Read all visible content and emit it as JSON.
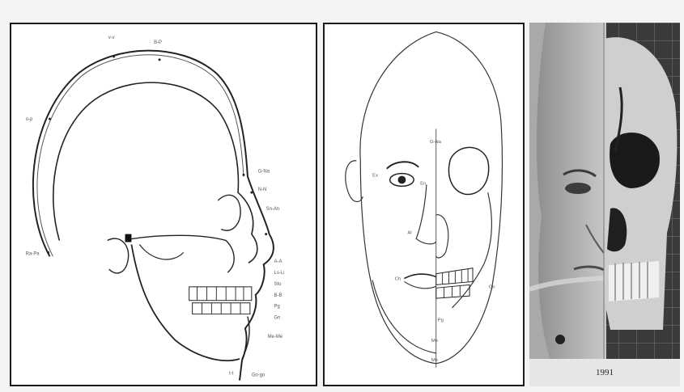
{
  "profile_labels": [
    "v-v",
    "B-P",
    "o-p",
    "G-Na",
    "N-N",
    "Sn-An",
    "Ra-Pa",
    "A-A",
    "Ls-Li",
    "Sto",
    "B-B",
    "Pg",
    "Gn",
    "Me-Me",
    "t-t",
    "Go-go"
  ],
  "frontal_labels": [
    "G-Na",
    "Ex",
    "En",
    "Al",
    "Ch",
    "Go",
    "Pg",
    "Me",
    "Me"
  ],
  "photo": {
    "caption": "1991"
  }
}
